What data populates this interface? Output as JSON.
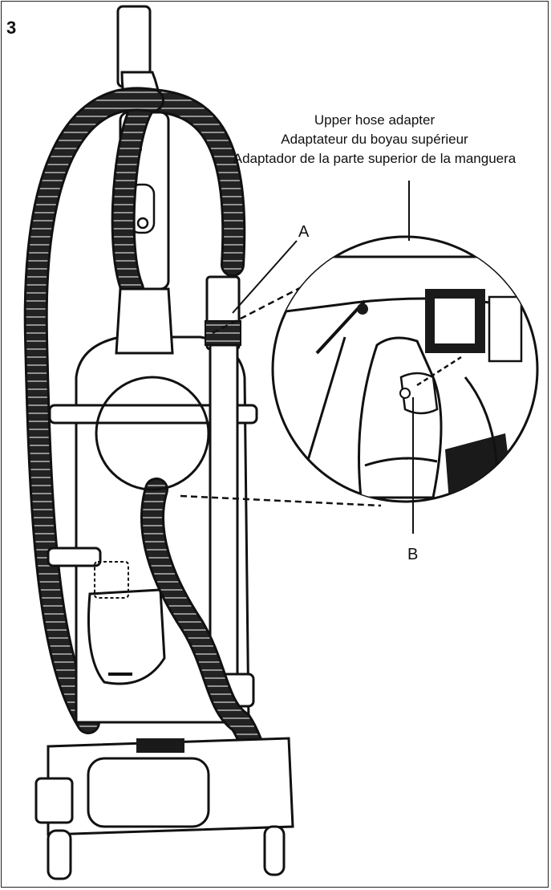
{
  "step_number": "3",
  "caption": {
    "en": "Upper hose adapter",
    "fr": "Adaptateur du boyau supérieur",
    "es": "Adaptador de la parte superior de la manguera"
  },
  "callouts": {
    "a": "A",
    "b": "B"
  },
  "colors": {
    "line": "#111111",
    "fill": "#ffffff",
    "dark": "#1a1a1a"
  }
}
